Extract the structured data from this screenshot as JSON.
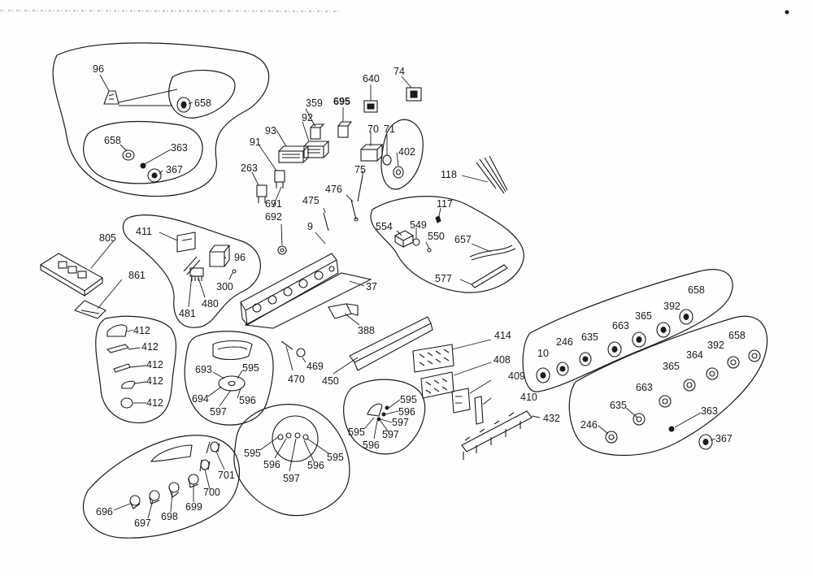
{
  "diagram": {
    "type": "exploded-parts-diagram",
    "line_color": "#1a1a1a",
    "callouts": [
      {
        "id": "c96a",
        "text": "96"
      },
      {
        "id": "c658a",
        "text": "658"
      },
      {
        "id": "c658b",
        "text": "658"
      },
      {
        "id": "c363a",
        "text": "363"
      },
      {
        "id": "c367a",
        "text": "367"
      },
      {
        "id": "c359",
        "text": "359"
      },
      {
        "id": "c695",
        "text": "695"
      },
      {
        "id": "c640",
        "text": "640"
      },
      {
        "id": "c74",
        "text": "74"
      },
      {
        "id": "c92",
        "text": "92"
      },
      {
        "id": "c93",
        "text": "93"
      },
      {
        "id": "c70",
        "text": "70"
      },
      {
        "id": "c71",
        "text": "71"
      },
      {
        "id": "c402",
        "text": "402"
      },
      {
        "id": "c91",
        "text": "91"
      },
      {
        "id": "c263",
        "text": "263"
      },
      {
        "id": "c75",
        "text": "75"
      },
      {
        "id": "c118",
        "text": "118"
      },
      {
        "id": "c691",
        "text": "691"
      },
      {
        "id": "c692",
        "text": "692"
      },
      {
        "id": "c475",
        "text": "475"
      },
      {
        "id": "c476",
        "text": "476"
      },
      {
        "id": "c117",
        "text": "117"
      },
      {
        "id": "c9",
        "text": "9"
      },
      {
        "id": "c554",
        "text": "554"
      },
      {
        "id": "c549",
        "text": "549"
      },
      {
        "id": "c550",
        "text": "550"
      },
      {
        "id": "c657",
        "text": "657"
      },
      {
        "id": "c805",
        "text": "805"
      },
      {
        "id": "c411",
        "text": "411"
      },
      {
        "id": "c96b",
        "text": "96"
      },
      {
        "id": "c577",
        "text": "577"
      },
      {
        "id": "c861",
        "text": "861"
      },
      {
        "id": "c300",
        "text": "300"
      },
      {
        "id": "c37",
        "text": "37"
      },
      {
        "id": "c481",
        "text": "481"
      },
      {
        "id": "c480",
        "text": "480"
      },
      {
        "id": "c388",
        "text": "388"
      },
      {
        "id": "c658c",
        "text": "658"
      },
      {
        "id": "c392a",
        "text": "392"
      },
      {
        "id": "c365a",
        "text": "365"
      },
      {
        "id": "c663a",
        "text": "663"
      },
      {
        "id": "c635a",
        "text": "635"
      },
      {
        "id": "c246a",
        "text": "246"
      },
      {
        "id": "c10",
        "text": "10"
      },
      {
        "id": "c412a",
        "text": "412"
      },
      {
        "id": "c412b",
        "text": "412"
      },
      {
        "id": "c412c",
        "text": "412"
      },
      {
        "id": "c412d",
        "text": "412"
      },
      {
        "id": "c412e",
        "text": "412"
      },
      {
        "id": "c414",
        "text": "414"
      },
      {
        "id": "c392b",
        "text": "392"
      },
      {
        "id": "c658d",
        "text": "658"
      },
      {
        "id": "c364",
        "text": "364"
      },
      {
        "id": "c365b",
        "text": "365"
      },
      {
        "id": "c408",
        "text": "408"
      },
      {
        "id": "c469",
        "text": "469"
      },
      {
        "id": "c470",
        "text": "470"
      },
      {
        "id": "c409",
        "text": "409"
      },
      {
        "id": "c450",
        "text": "450"
      },
      {
        "id": "c693",
        "text": "693"
      },
      {
        "id": "c595a",
        "text": "595"
      },
      {
        "id": "c694",
        "text": "694"
      },
      {
        "id": "c596a",
        "text": "596"
      },
      {
        "id": "c597a",
        "text": "597"
      },
      {
        "id": "c663b",
        "text": "663"
      },
      {
        "id": "c410",
        "text": "410"
      },
      {
        "id": "c595b",
        "text": "595"
      },
      {
        "id": "c596b",
        "text": "596"
      },
      {
        "id": "c597b",
        "text": "597"
      },
      {
        "id": "c635b",
        "text": "635"
      },
      {
        "id": "c363b",
        "text": "363"
      },
      {
        "id": "c432",
        "text": "432"
      },
      {
        "id": "c595c",
        "text": "595"
      },
      {
        "id": "c596c",
        "text": "596"
      },
      {
        "id": "c597c",
        "text": "597"
      },
      {
        "id": "c246b",
        "text": "246"
      },
      {
        "id": "c367b",
        "text": "367"
      },
      {
        "id": "c595d",
        "text": "595"
      },
      {
        "id": "c596d",
        "text": "596"
      },
      {
        "id": "c596e",
        "text": "596"
      },
      {
        "id": "c595e",
        "text": "595"
      },
      {
        "id": "c597d",
        "text": "597"
      },
      {
        "id": "c701",
        "text": "701"
      },
      {
        "id": "c700",
        "text": "700"
      },
      {
        "id": "c699",
        "text": "699"
      },
      {
        "id": "c698",
        "text": "698"
      },
      {
        "id": "c696",
        "text": "696"
      },
      {
        "id": "c697",
        "text": "697"
      }
    ]
  }
}
